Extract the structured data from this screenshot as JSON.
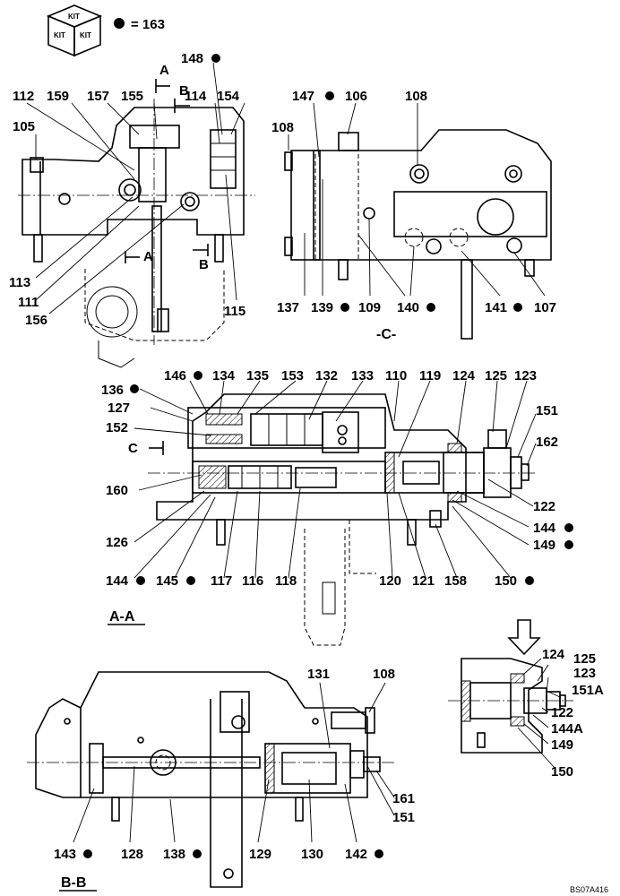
{
  "legend": {
    "kit_text": "KIT",
    "equals_text": "= 163"
  },
  "section_labels": {
    "c_view": "-C-",
    "aa": "A-A",
    "bb": "B-B"
  },
  "cut_marks": {
    "a": "A",
    "b": "B",
    "c": "C"
  },
  "drawing_code": "BS07A416",
  "view1_labels": [
    "148",
    "112",
    "159",
    "157",
    "155",
    "114",
    "154",
    "105",
    "113",
    "111",
    "156",
    "115"
  ],
  "view2_labels": [
    "147",
    "106",
    "108",
    "108",
    "137",
    "139",
    "109",
    "140",
    "141",
    "107"
  ],
  "aa_labels": [
    "146",
    "134",
    "135",
    "153",
    "132",
    "133",
    "110",
    "119",
    "124",
    "125",
    "123",
    "136",
    "127",
    "151",
    "152",
    "162",
    "160",
    "122",
    "144",
    "149",
    "126",
    "144",
    "145",
    "117",
    "116",
    "118",
    "120",
    "121",
    "158",
    "150"
  ],
  "detail_labels": [
    "124",
    "125",
    "123",
    "151A",
    "122",
    "144A",
    "149",
    "150"
  ],
  "bb_labels": [
    "131",
    "108",
    "161",
    "151",
    "143",
    "128",
    "138",
    "129",
    "130",
    "142"
  ]
}
